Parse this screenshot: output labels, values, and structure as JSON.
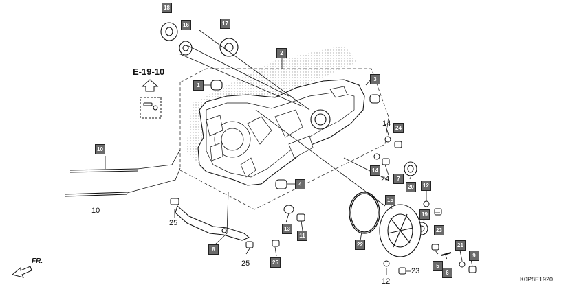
{
  "reference": "E-19-10",
  "diagram_code": "K0P8E1920",
  "direction_label": "FR.",
  "callouts": [
    {
      "id": "c1",
      "label": "1"
    },
    {
      "id": "c2",
      "label": "2"
    },
    {
      "id": "c3",
      "label": "3"
    },
    {
      "id": "c4",
      "label": "4"
    },
    {
      "id": "c5",
      "label": "5"
    },
    {
      "id": "c6",
      "label": "6"
    },
    {
      "id": "c7",
      "label": "7"
    },
    {
      "id": "c8",
      "label": "8"
    },
    {
      "id": "c9",
      "label": "9"
    },
    {
      "id": "c10",
      "label": "10"
    },
    {
      "id": "c11",
      "label": "11"
    },
    {
      "id": "c12",
      "label": "12"
    },
    {
      "id": "c13",
      "label": "13"
    },
    {
      "id": "c14",
      "label": "14"
    },
    {
      "id": "c15",
      "label": "15"
    },
    {
      "id": "c16",
      "label": "16"
    },
    {
      "id": "c17",
      "label": "17"
    },
    {
      "id": "c18",
      "label": "18"
    },
    {
      "id": "c19",
      "label": "19"
    },
    {
      "id": "c20",
      "label": "20"
    },
    {
      "id": "c21",
      "label": "21"
    },
    {
      "id": "c22",
      "label": "22"
    },
    {
      "id": "c23",
      "label": "23"
    },
    {
      "id": "c24",
      "label": "24"
    },
    {
      "id": "c25",
      "label": "25"
    }
  ],
  "plain_labels": [
    {
      "id": "p10",
      "label": "10"
    },
    {
      "id": "p14",
      "label": "14"
    },
    {
      "id": "p24",
      "label": "24"
    },
    {
      "id": "p25a",
      "label": "25"
    },
    {
      "id": "p25b",
      "label": "25"
    },
    {
      "id": "p12",
      "label": "12"
    },
    {
      "id": "p23",
      "label": "23"
    }
  ]
}
